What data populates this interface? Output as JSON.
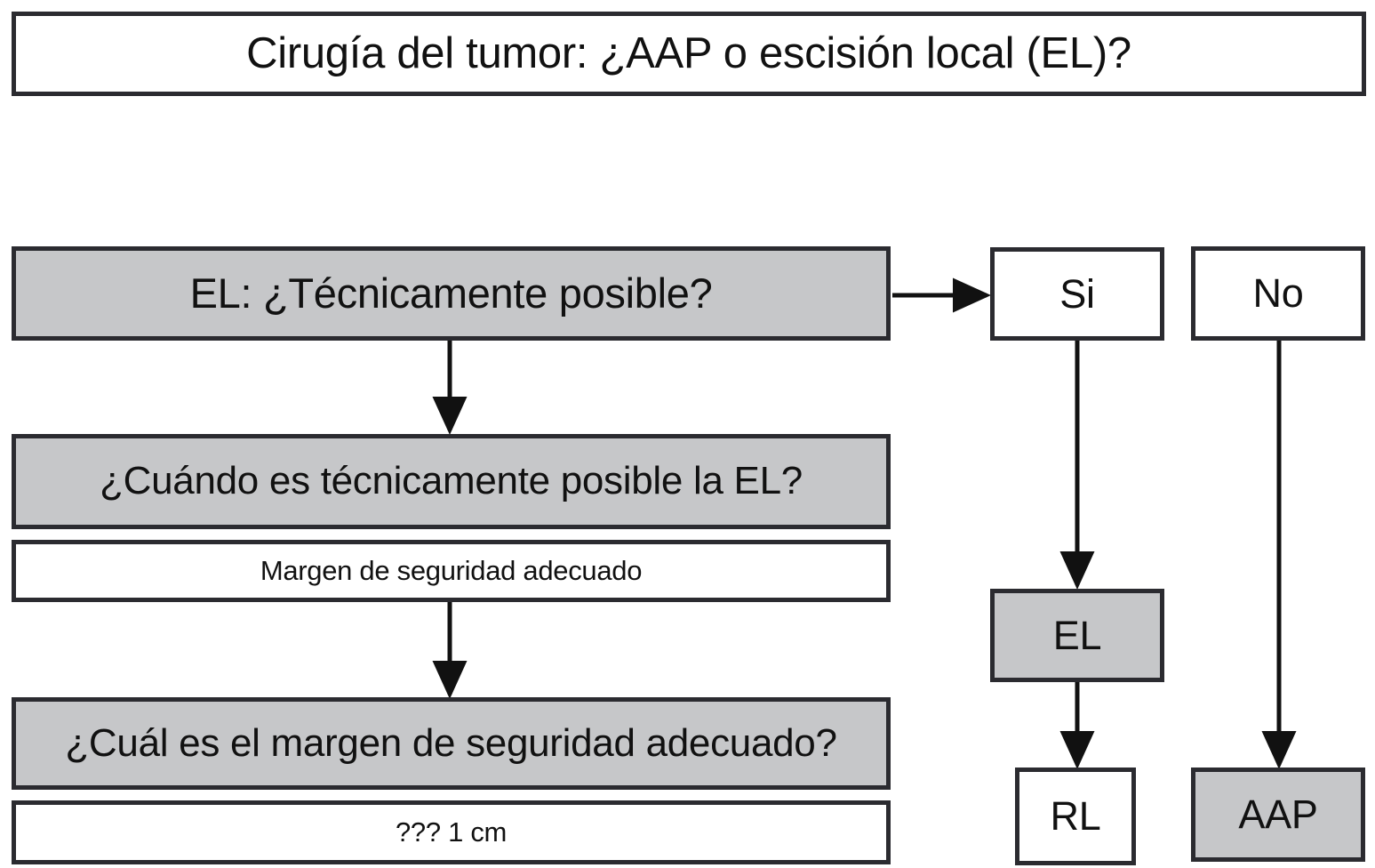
{
  "diagram": {
    "title_box": {
      "label": "Cirugía del tumor: ¿AAP o escisión local (EL)?"
    },
    "nodes": {
      "tech_possible": "EL: ¿Técnicamente posible?",
      "when_possible": "¿Cuándo es técnicamente posible la EL?",
      "margin_adequate": "Margen de seguridad adecuado",
      "which_margin": "¿Cuál es el margen de seguridad adecuado?",
      "margin_value": "??? 1 cm",
      "yes": "Si",
      "no": "No",
      "el": "EL",
      "rl": "RL",
      "aap": "AAP"
    },
    "colors": {
      "fill_gray": "#c6c7c9",
      "fill_white": "#ffffff",
      "stroke": "#2b2b30",
      "text": "#111111"
    },
    "edges": [
      {
        "name": "tech-to-yes",
        "from": "tech_possible",
        "to": "yes",
        "direction": "right"
      },
      {
        "name": "tech-to-when",
        "from": "tech_possible",
        "to": "when_possible",
        "direction": "down"
      },
      {
        "name": "margin-to-which",
        "from": "margin_adequate",
        "to": "which_margin",
        "direction": "down"
      },
      {
        "name": "yes-to-el",
        "from": "yes",
        "to": "el",
        "direction": "down"
      },
      {
        "name": "el-to-rl",
        "from": "el",
        "to": "rl",
        "direction": "down"
      },
      {
        "name": "no-to-aap",
        "from": "no",
        "to": "aap",
        "direction": "down"
      }
    ]
  }
}
